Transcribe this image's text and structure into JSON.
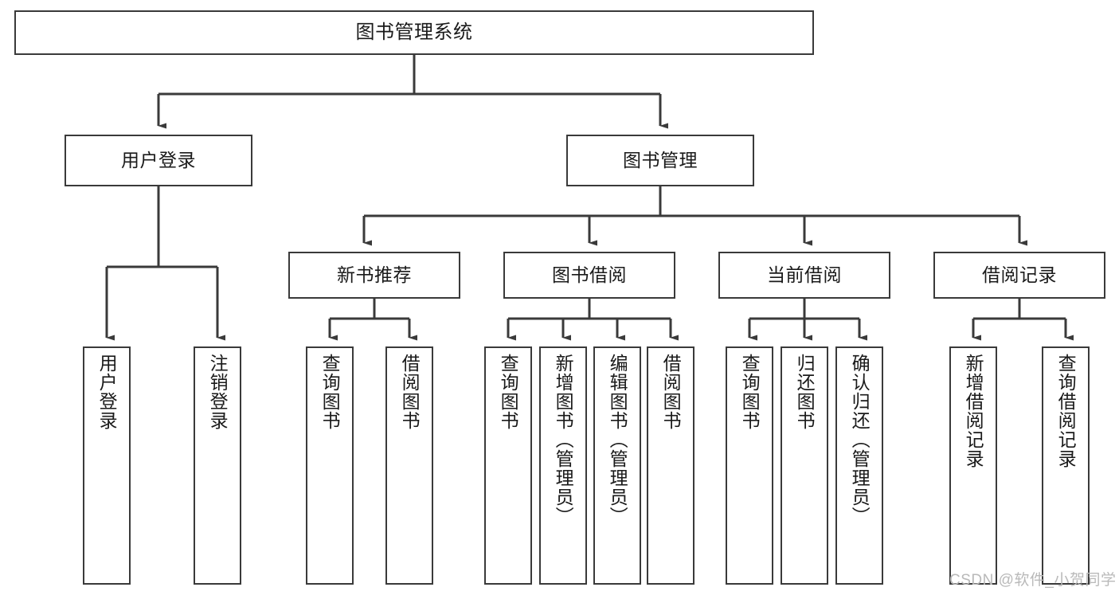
{
  "diagram": {
    "title": "图书管理系统",
    "type": "tree-hierarchy",
    "colors": {
      "box_border": "#3a3a3a",
      "box_fill": "#ffffff",
      "edge": "#3a3a3a",
      "text": "#1a1a1a",
      "watermark": "#b9b9b9",
      "background": "#ffffff"
    },
    "nodes": {
      "root": {
        "label": "图书管理系统"
      },
      "level2": [
        {
          "id": "user-login",
          "label": "用户登录"
        },
        {
          "id": "book-manage",
          "label": "图书管理"
        }
      ],
      "level3": [
        {
          "id": "new-book-rec",
          "label": "新书推荐"
        },
        {
          "id": "book-borrow",
          "label": "图书借阅"
        },
        {
          "id": "current-borrow",
          "label": "当前借阅"
        },
        {
          "id": "borrow-record",
          "label": "借阅记录"
        }
      ],
      "leaves": {
        "user_login": [
          {
            "id": "leaf-user-login",
            "label": "用户登录"
          },
          {
            "id": "leaf-logout",
            "label": "注销登录"
          }
        ],
        "new_book_rec": [
          {
            "id": "leaf-query-book-1",
            "label": "查询图书"
          },
          {
            "id": "leaf-borrow-book-1",
            "label": "借阅图书"
          }
        ],
        "book_borrow": [
          {
            "id": "leaf-query-book-2",
            "label": "查询图书"
          },
          {
            "id": "leaf-add-book",
            "label": "新增图书（管理员）"
          },
          {
            "id": "leaf-edit-book",
            "label": "编辑图书（管理员）"
          },
          {
            "id": "leaf-borrow-book-2",
            "label": "借阅图书"
          }
        ],
        "current_borrow": [
          {
            "id": "leaf-query-book-3",
            "label": "查询图书"
          },
          {
            "id": "leaf-return-book",
            "label": "归还图书"
          },
          {
            "id": "leaf-confirm-return",
            "label": "确认归还（管理员）"
          }
        ],
        "borrow_record": [
          {
            "id": "leaf-add-record",
            "label": "新增借阅记录"
          },
          {
            "id": "leaf-query-record",
            "label": "查询借阅记录"
          }
        ]
      }
    },
    "watermark": "CSDN @软件_小贺同学"
  }
}
